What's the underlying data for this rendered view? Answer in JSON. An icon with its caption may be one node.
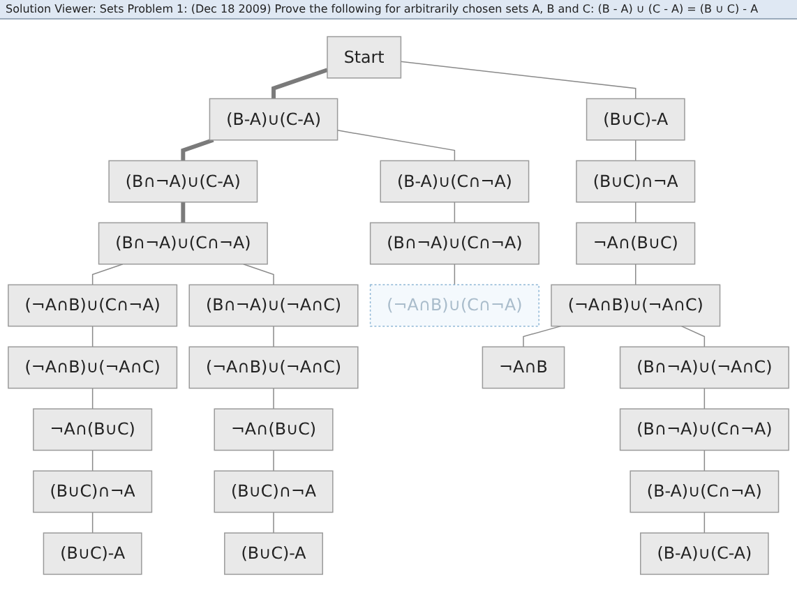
{
  "diagram": {
    "title": "Solution Viewer: Sets Problem 1: (Dec 18 2009) Prove the following for arbitrarily chosen sets A, B and C: (B - A) ∪ (C - A) = (B ∪ C) - A",
    "nodes": [
      {
        "text": [
          "Start"
        ]
      },
      {
        "text": [
          "(B-A)∪(C-A)"
        ]
      },
      {
        "text": [
          "(B∪C)-A"
        ]
      },
      {
        "text": [
          "(B∩¬A)∪(C-A)"
        ]
      },
      {
        "text": [
          "(B-A)∪(C∩¬A)"
        ]
      },
      {
        "text": [
          "(B∪C)∩¬A"
        ]
      },
      {
        "text": [
          "(B∩¬A)∪(C∩¬A)"
        ]
      },
      {
        "text": [
          "(B∩¬A)∪(C∩¬A)"
        ]
      },
      {
        "text": [
          "¬A∩(B∪C)"
        ]
      },
      {
        "text": [
          "(¬A∩B)∪(C∩¬A)"
        ]
      },
      {
        "text": [
          "(B∩¬A)∪(¬A∩C)"
        ]
      },
      {
        "text": [
          "(¬A∩B)∪(C∩¬A)"
        ]
      },
      {
        "text": [
          "(¬A∩B)∪(¬A∩C)"
        ]
      },
      {
        "text": [
          "(¬A∩B)∪(¬A∩C)"
        ]
      },
      {
        "text": [
          "(¬A∩B)∪(¬A∩C)"
        ]
      },
      {
        "text": [
          "¬A∩B"
        ]
      },
      {
        "text": [
          "(B∩¬A)∪(¬A∩C)"
        ]
      },
      {
        "text": [
          "¬A∩(B∪C)"
        ]
      },
      {
        "text": [
          "¬A∩(B∪C)"
        ]
      },
      {
        "text": [
          "(B∩¬A)∪(C∩¬A)"
        ]
      },
      {
        "text": [
          "(B∪C)∩¬A"
        ]
      },
      {
        "text": [
          "(B∪C)∩¬A"
        ]
      },
      {
        "text": [
          "(B-A)∪(C∩¬A)"
        ]
      },
      {
        "text": [
          "(B∪C)-A"
        ]
      },
      {
        "text": [
          "(B∪C)-A"
        ]
      },
      {
        "text": [
          "(B-A)∪(C-A)"
        ]
      }
    ],
    "edges": [
      {
        "from": 0,
        "to": 1,
        "arrow": "none",
        "style": "thick"
      },
      {
        "from": 0,
        "to": 2,
        "arrow": "none"
      },
      {
        "from": 1,
        "to": 3,
        "arrow": "none",
        "style": "thick"
      },
      {
        "from": 1,
        "to": 4,
        "arrow": "none"
      },
      {
        "from": 2,
        "to": 5,
        "arrow": "none"
      },
      {
        "from": 3,
        "to": 6,
        "arrow": "none",
        "style": "thick"
      },
      {
        "from": 4,
        "to": 7,
        "arrow": "none"
      },
      {
        "from": 5,
        "to": 8,
        "arrow": "none"
      },
      {
        "from": 6,
        "to": 9,
        "arrow": "none"
      },
      {
        "from": 6,
        "to": 10,
        "arrow": "none"
      },
      {
        "from": 7,
        "to": 11,
        "arrow": "none"
      },
      {
        "from": 8,
        "to": 12,
        "arrow": "none"
      },
      {
        "from": 9,
        "to": 13,
        "arrow": "none"
      },
      {
        "from": 10,
        "to": 14,
        "arrow": "none"
      },
      {
        "from": 12,
        "to": 15,
        "arrow": "none"
      },
      {
        "from": 12,
        "to": 16,
        "arrow": "none"
      },
      {
        "from": 13,
        "to": 17,
        "arrow": "none"
      },
      {
        "from": 14,
        "to": 18,
        "arrow": "none"
      },
      {
        "from": 16,
        "to": 19,
        "arrow": "none"
      },
      {
        "from": 17,
        "to": 20,
        "arrow": "none"
      },
      {
        "from": 18,
        "to": 21,
        "arrow": "none"
      },
      {
        "from": 19,
        "to": 22,
        "arrow": "none"
      },
      {
        "from": 20,
        "to": 23,
        "arrow": "none"
      },
      {
        "from": 21,
        "to": 24,
        "arrow": "none"
      },
      {
        "from": 22,
        "to": 25,
        "arrow": "none"
      }
    ]
  }
}
